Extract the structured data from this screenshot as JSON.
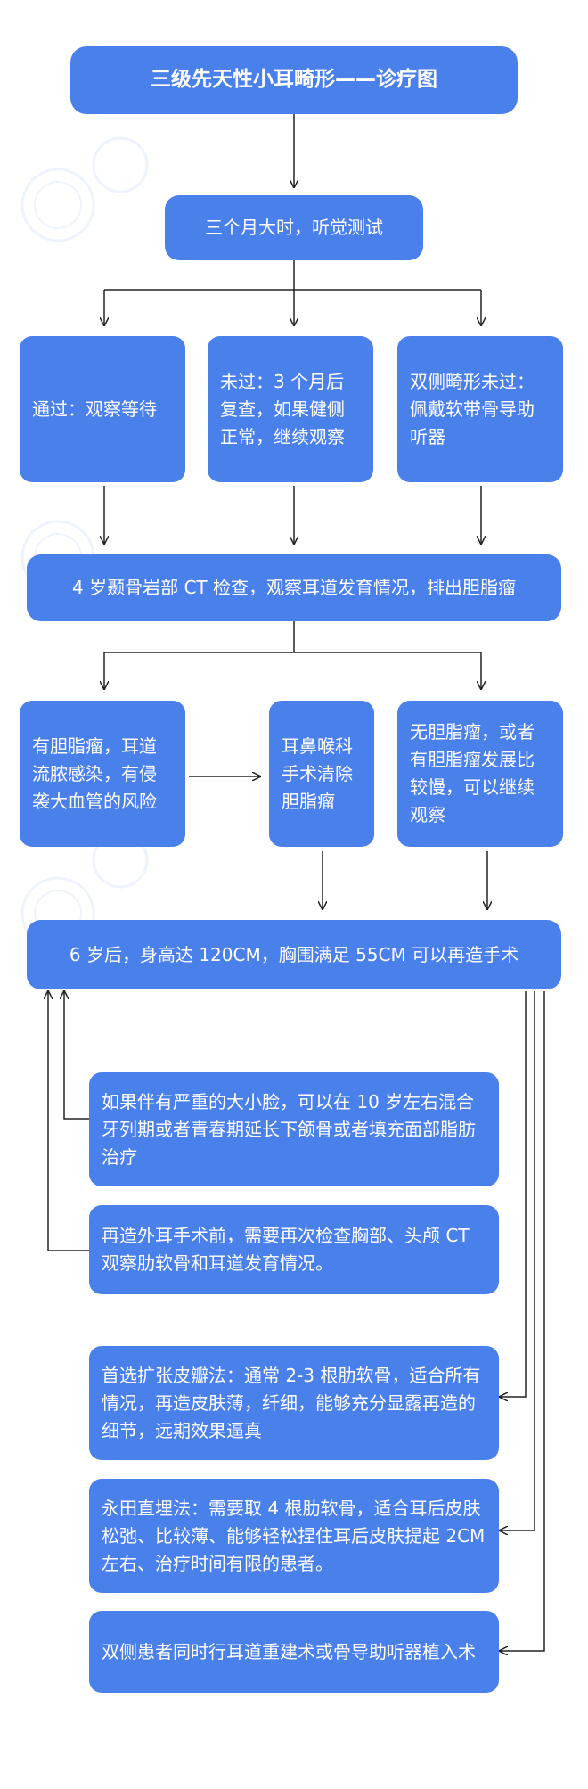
{
  "title": "三级先天性小耳畸形——诊疗图",
  "step1": "三个月大时，听觉测试",
  "branch1": {
    "pass": "通过：观察等待",
    "fail": "未过：3 个月后复查，如果健侧正常，继续观察",
    "bilateral": "双侧畸形未过：佩戴软带骨导助听器"
  },
  "step2": "4 岁颞骨岩部 CT 检查，观察耳道发育情况，排出胆脂瘤",
  "branch2": {
    "cholesteatoma": "有胆脂瘤，耳道流脓感染，有侵袭大血管的风险",
    "surgery": "耳鼻喉科手术清除胆脂瘤",
    "none": "无胆脂瘤，或者有胆脂瘤发展比较慢，可以继续观察"
  },
  "step3": "6 岁后，身高达 120CM，胸围满足 55CM 可以再造手术",
  "notes": {
    "face": "如果伴有严重的大小脸，可以在 10 岁左右混合牙列期或者青春期延长下颌骨或者填充面部脂肪治疗",
    "precheck": "再造外耳手术前，需要再次检查胸部、头颅 CT 观察肋软骨和耳道发育情况。"
  },
  "options": {
    "expansion": "首选扩张皮瓣法：通常 2-3 根肋软骨，适合所有情况，再造皮肤薄，纤细，能够充分显露再造的细节，远期效果逼真",
    "nagata": "永田直埋法：需要取 4 根肋软骨，适合耳后皮肤松弛、比较薄、能够轻松捏住耳后皮肤提起 2CM 左右、治疗时间有限的患者。",
    "bilateral": "双侧患者同时行耳道重建术或骨导助听器植入术"
  },
  "colors": {
    "box": "#4a80ea",
    "line": "#222222"
  }
}
